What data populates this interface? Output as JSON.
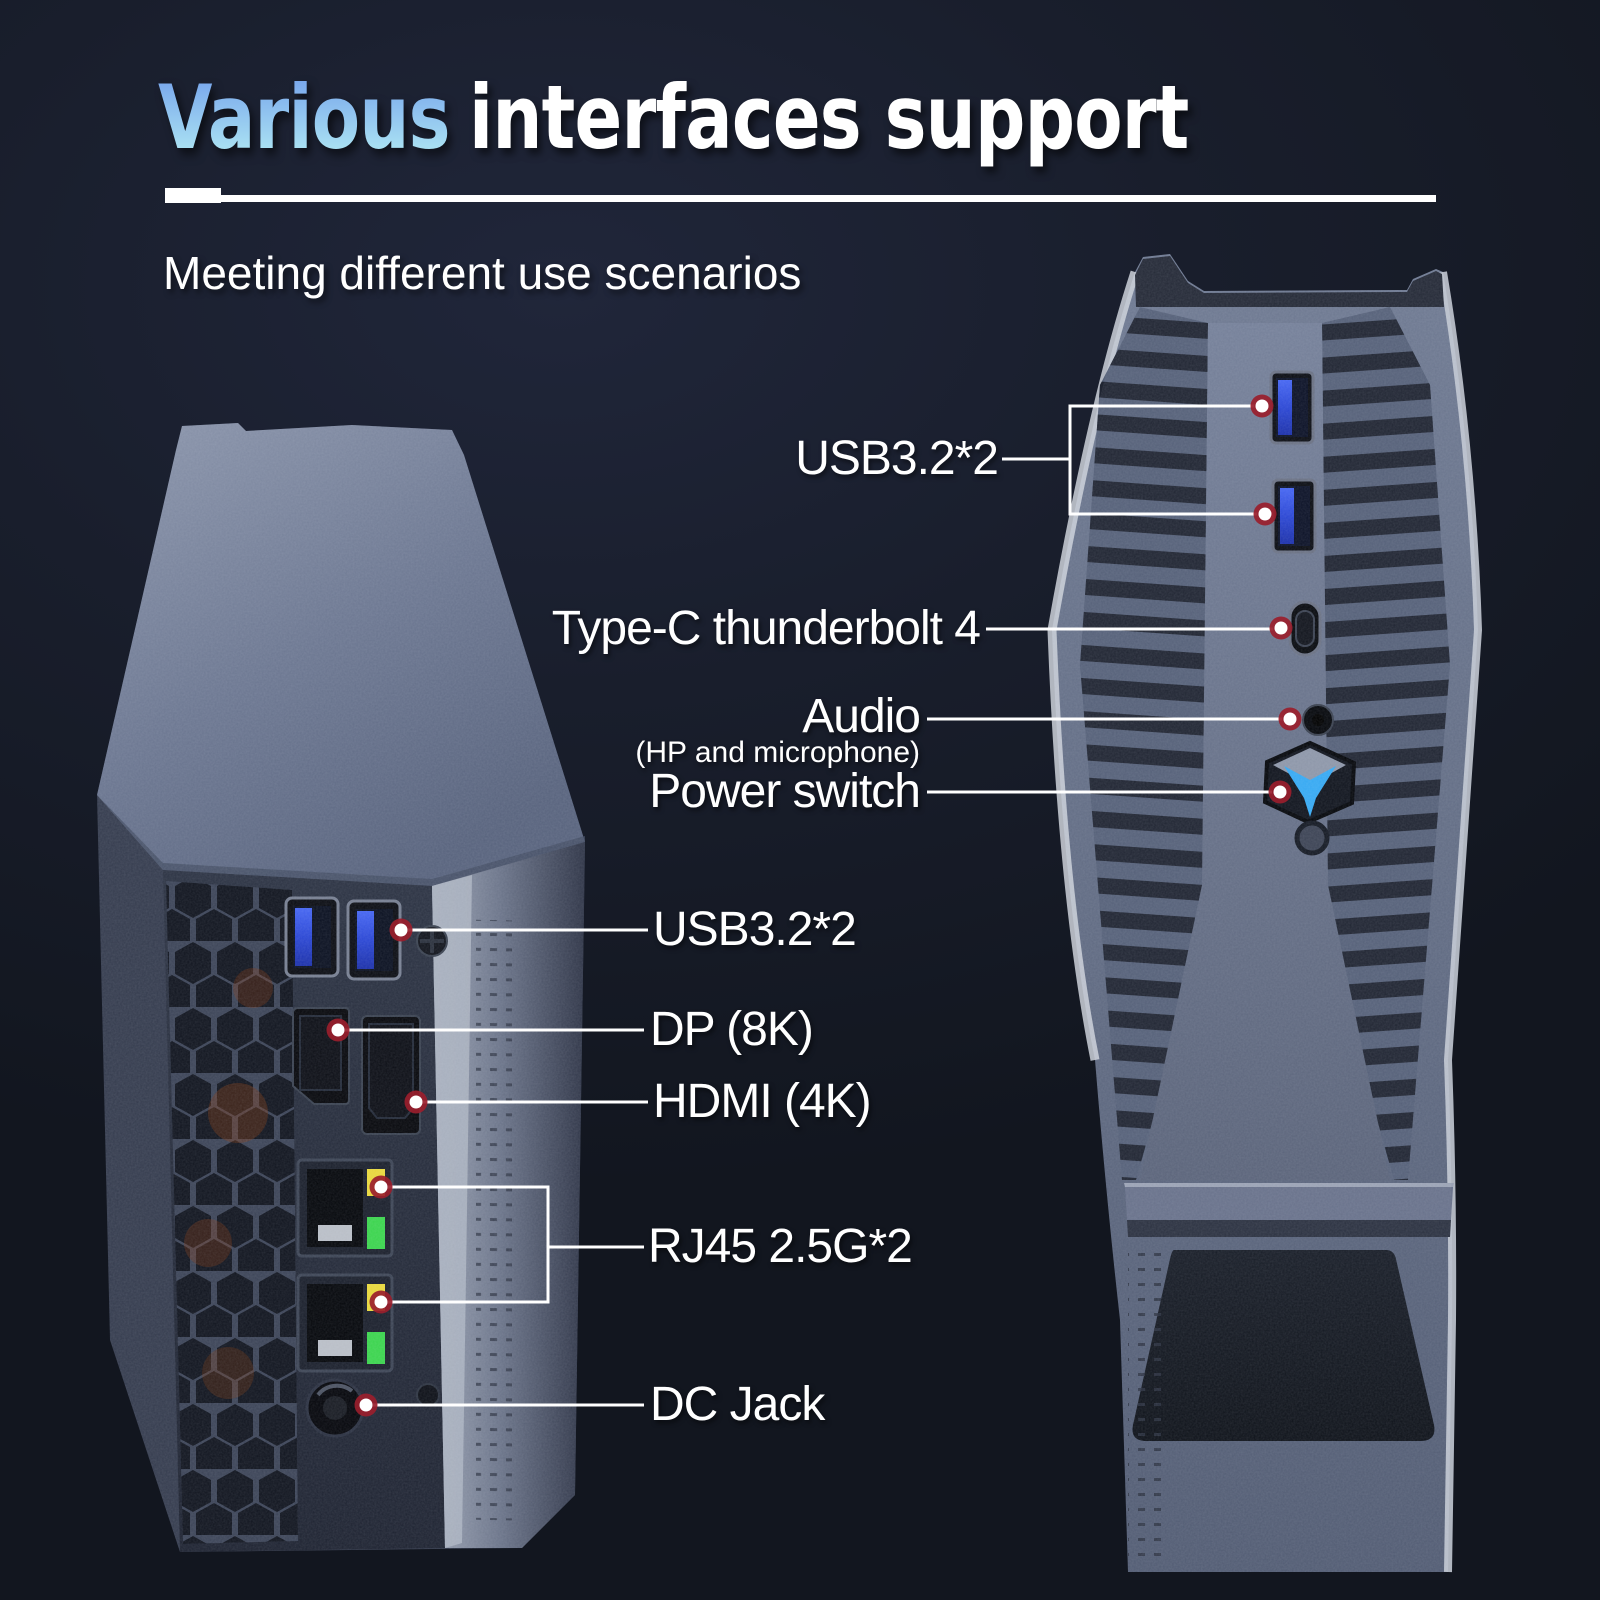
{
  "header": {
    "title_highlight": "Various",
    "title_rest": "interfaces support",
    "subtitle": "Meeting different use scenarios"
  },
  "callouts": {
    "front_usb": {
      "label": "USB3.2*2"
    },
    "typec": {
      "label": "Type-C thunderbolt 4"
    },
    "audio": {
      "label": "Audio",
      "note": "(HP and microphone)"
    },
    "power": {
      "label": "Power switch"
    },
    "rear_usb": {
      "label": "USB3.2*2"
    },
    "dp": {
      "label": "DP (8K)"
    },
    "hdmi": {
      "label": "HDMI (4K)"
    },
    "rj45": {
      "label": "RJ45 2.5G*2"
    },
    "dc_jack": {
      "label": "DC Jack"
    }
  },
  "colors": {
    "bg": "#171c29",
    "title_grad_top": "#6f9ceb",
    "title_grad_bottom": "#b4edf4",
    "text": "#ffffff",
    "line": "#ffffff",
    "dot_ring": "#9a1e2d",
    "accent_power": "#36a9f2",
    "usb_blue": "#2847d8",
    "led_yellow": "#e9d83b",
    "led_green": "#3bd44d"
  }
}
